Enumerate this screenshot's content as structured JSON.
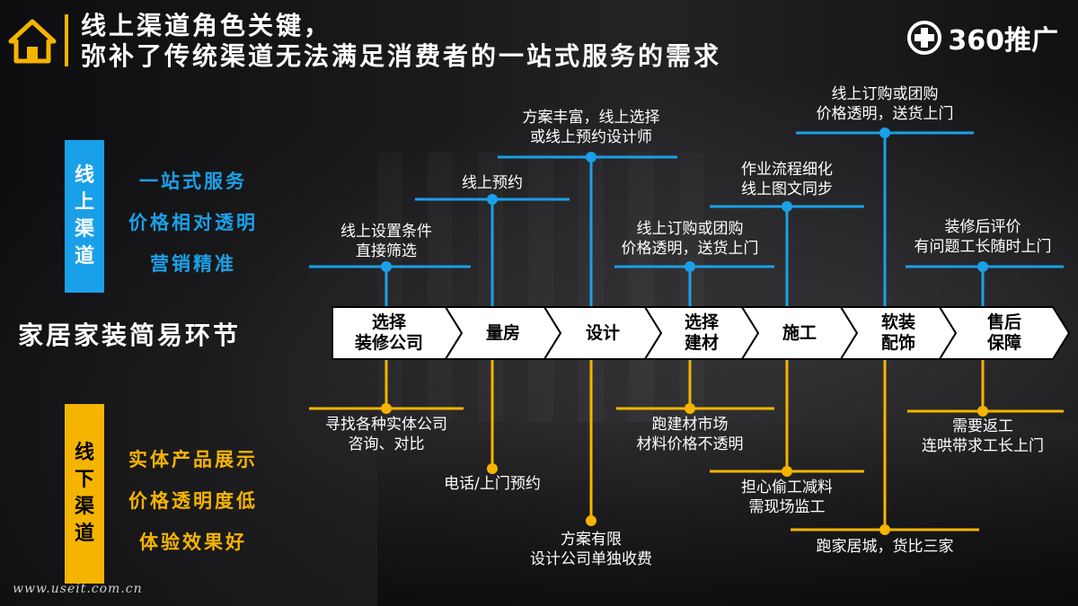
{
  "header": {
    "title_line1": "线上渠道角色关键，",
    "title_line2": "弥补了传统渠道无法满足消费者的一站式服务的需求",
    "brand": "360推广",
    "home_icon": "house-icon",
    "brand_icon": "plus-circle-icon"
  },
  "colors": {
    "online": "#1aa0e8",
    "offline": "#f5b400"
  },
  "online": {
    "tag": [
      "线",
      "上",
      "渠",
      "道"
    ],
    "features": [
      "一站式服务",
      "价格相对透明",
      "营销精准"
    ]
  },
  "offline": {
    "tag": [
      "线",
      "下",
      "渠",
      "道"
    ],
    "features": [
      "实体产品展示",
      "价格透明度低",
      "体验效果好"
    ]
  },
  "process_label": "家居家装简易环节",
  "steps": [
    {
      "label": [
        "选择",
        "装修公司"
      ],
      "online": [
        "线上设置条件",
        "直接筛选"
      ],
      "offline": [
        "寻找各种实体公司",
        "咨询、对比"
      ]
    },
    {
      "label": [
        "量房"
      ],
      "online": [
        "线上预约"
      ],
      "offline": [
        "电话/上门预约"
      ]
    },
    {
      "label": [
        "设计"
      ],
      "online": [
        "方案丰富，线上选择",
        "或线上预约设计师"
      ],
      "offline": [
        "方案有限",
        "设计公司单独收费"
      ]
    },
    {
      "label": [
        "选择",
        "建材"
      ],
      "online": [
        "线上订购或团购",
        "价格透明，送货上门"
      ],
      "offline": [
        "跑建材市场",
        "材料价格不透明"
      ]
    },
    {
      "label": [
        "施工"
      ],
      "online": [
        "作业流程细化",
        "线上图文同步"
      ],
      "offline": [
        "担心偷工减料",
        "需现场监工"
      ]
    },
    {
      "label": [
        "软装",
        "配饰"
      ],
      "online": [
        "线上订购或团购",
        "价格透明，送货上门"
      ],
      "offline": [
        "跑家居城，货比三家"
      ]
    },
    {
      "label": [
        "售后",
        "保障"
      ],
      "online": [
        "装修后评价",
        "有问题工长随时上门"
      ],
      "offline": [
        "需要返工",
        "连哄带求工长上门"
      ]
    }
  ],
  "watermark": "www.useit.com.cn"
}
